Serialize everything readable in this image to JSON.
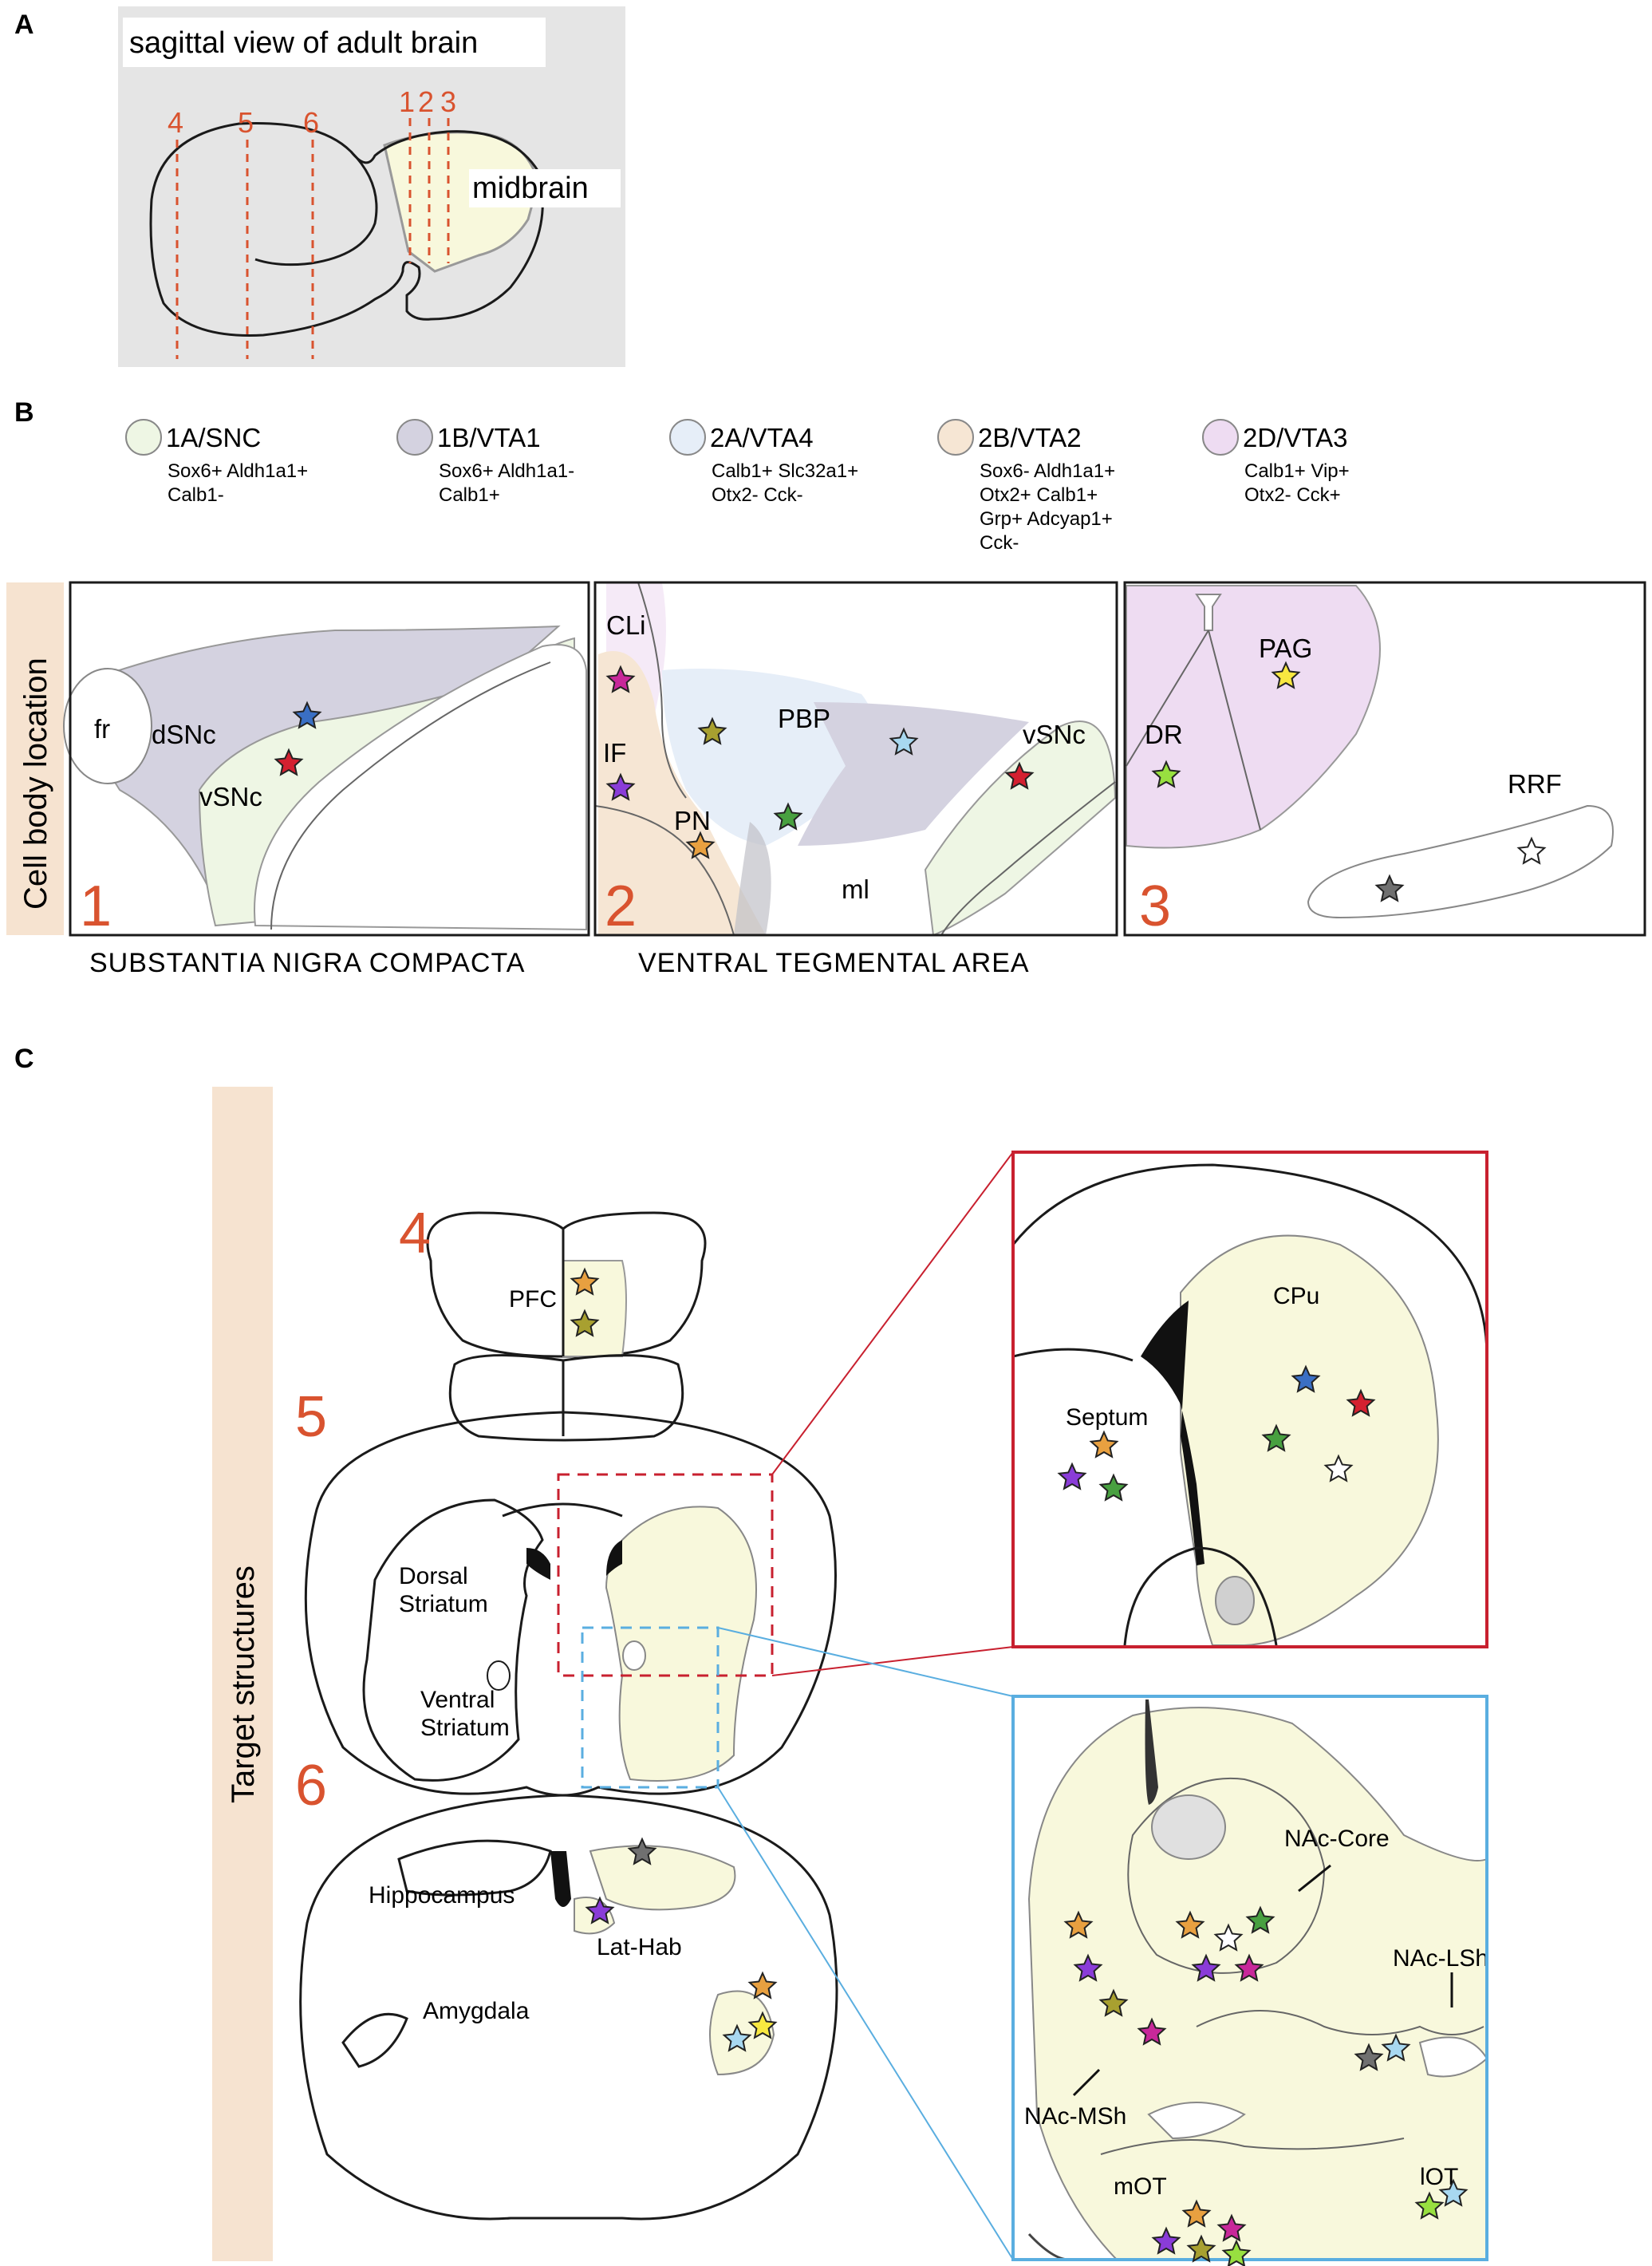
{
  "panel_letters": {
    "a": "A",
    "b": "B",
    "c": "C"
  },
  "panel_a": {
    "title": "sagittal view of adult brain",
    "midbrain_label": "midbrain",
    "section_numbers": [
      "4",
      "5",
      "6",
      "1",
      "2",
      "3"
    ]
  },
  "legend": [
    {
      "code": "1A/SNC",
      "markers": [
        "Sox6+ Aldh1a1+",
        "Calb1-"
      ],
      "color": "#eef6e4"
    },
    {
      "code": "1B/VTA1",
      "markers": [
        "Sox6+ Aldh1a1-",
        "Calb1+"
      ],
      "color": "#d4d2e0"
    },
    {
      "code": "2A/VTA4",
      "markers": [
        "Calb1+ Slc32a1+",
        "Otx2- Cck-"
      ],
      "color": "#e6eef8"
    },
    {
      "code": "2B/VTA2",
      "markers": [
        "Sox6- Aldh1a1+",
        "Otx2+ Calb1+",
        "Grp+ Adcyap1+",
        "Cck-"
      ],
      "color": "#f6e6d4"
    },
    {
      "code": "2D/VTA3",
      "markers": [
        "Calb1+ Vip+",
        "Otx2- Cck+"
      ],
      "color": "#eedcf2"
    }
  ],
  "panel_b": {
    "side_label": "Cell body location",
    "box1": {
      "number": "1",
      "labels": {
        "fr": "fr",
        "dsnc": "dSNc",
        "vsnc": "vSNc"
      },
      "caption": "SUBSTANTIA NIGRA COMPACTA"
    },
    "box2": {
      "number": "2",
      "labels": {
        "cli": "CLi",
        "pbp": "PBP",
        "vsnc": "vSNc",
        "if": "IF",
        "pn": "PN",
        "ml": "ml"
      },
      "caption": "VENTRAL TEGMENTAL AREA"
    },
    "box3": {
      "number": "3",
      "labels": {
        "pag": "PAG",
        "dr": "DR",
        "rrf": "RRF"
      }
    }
  },
  "panel_c": {
    "side_label": "Target structures",
    "section_numbers": {
      "s4": "4",
      "s5": "5",
      "s6": "6"
    },
    "labels": {
      "pfc": "PFC",
      "dorsal_striatum_1": "Dorsal",
      "dorsal_striatum_2": "Striatum",
      "ventral_striatum_1": "Ventral",
      "ventral_striatum_2": "Striatum",
      "hippocampus": "Hippocampus",
      "lat_hab": "Lat-Hab",
      "amygdala": "Amygdala",
      "cpu": "CPu",
      "septum": "Septum",
      "nac_core": "NAc-Core",
      "nac_lsh": "NAc-LSh",
      "nac_msh": "NAc-MSh",
      "lot": "lOT",
      "mot": "mOT"
    }
  },
  "colors": {
    "accent_red": "#d9532f",
    "target_fill": "#f8f8dc",
    "panel_a_bg": "#e5e5e5",
    "side_bar": "#f6e3d0",
    "zoom_red": "#c8202f",
    "zoom_blue": "#5aaee0"
  },
  "star_colors": {
    "blue": "#3a6fc4",
    "red": "#d42030",
    "magenta": "#c8289a",
    "olive": "#a8a030",
    "lightblue": "#a8d8f0",
    "purple": "#8a3cd8",
    "green": "#48a040",
    "orange": "#e8a040",
    "yellow": "#f8e840",
    "lime": "#98e040",
    "gray": "#707070",
    "white": "#ffffff"
  }
}
